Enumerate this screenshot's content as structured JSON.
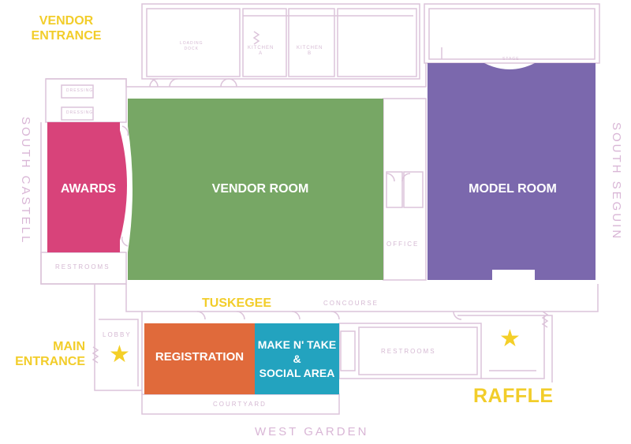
{
  "map": {
    "entrances": {
      "vendor_line1": "VENDOR",
      "vendor_line2": "ENTRANCE",
      "main_line1": "MAIN",
      "main_line2": "ENTRANCE"
    },
    "rooms": {
      "awards": "AWARDS",
      "vendor_room": "VENDOR ROOM",
      "model_room": "MODEL ROOM",
      "registration": "REGISTRATION",
      "make_n_take_line1": "MAKE N' TAKE",
      "make_n_take_line2": "&",
      "make_n_take_line3": "SOCIAL AREA"
    },
    "labels": {
      "tuskegee": "TUSKEGEE",
      "raffle": "RAFFLE",
      "concourse": "CONCOURSE",
      "courtyard": "COURTYARD",
      "restrooms_left": "RESTROOMS",
      "restrooms_right": "RESTROOMS",
      "office": "OFFICE",
      "lobby": "LOBBY",
      "stage": "STAGE",
      "loading_dock_line1": "LOADING",
      "loading_dock_line2": "DOCK",
      "kitchen_a_line1": "KITCHEN",
      "kitchen_a_line2": "A",
      "kitchen_b_line1": "KITCHEN",
      "kitchen_b_line2": "B",
      "dressing_1": "DRESSING",
      "dressing_2": "DRESSING"
    },
    "streets": {
      "west": "SOUTH CASTELL",
      "east": "SOUTH SEGUIN",
      "south": "WEST GARDEN"
    },
    "colors": {
      "awards": "#d8437a",
      "vendor_room": "#77a765",
      "model_room": "#7b68ad",
      "registration": "#e06a3b",
      "make_n_take": "#23a3bf",
      "labels": "#f2cd2a",
      "walls": "#dcc4da"
    }
  }
}
